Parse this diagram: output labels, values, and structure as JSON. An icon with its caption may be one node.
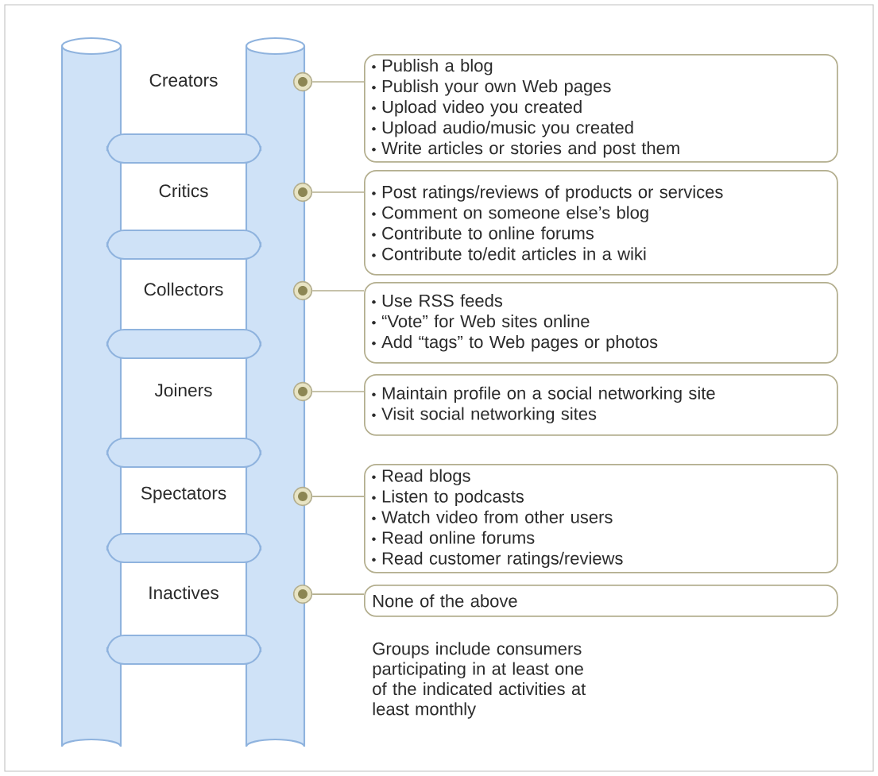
{
  "diagram": {
    "nodes": [
      {
        "text": [],
        "shape": "circle"
      },
      {
        "text": [
          "Publish a blog",
          "Publish your own Web pages",
          "Upload video you created",
          "Upload audio/music you created",
          "Write articles or stories and post them"
        ]
      },
      {
        "text": [],
        "shape": "circle"
      },
      {
        "text": [
          "Post ratings/reviews of products or services",
          "Comment on someone else’s blog",
          "Contribute to online forums",
          "Contribute to/edit articles in a wiki"
        ]
      },
      {
        "text": [],
        "shape": "circle"
      },
      {
        "text": [
          "Use RSS feeds",
          "“Vote” for Web sites online",
          "Add “tags” to Web pages or photos"
        ]
      },
      {
        "text": [],
        "shape": "circle"
      },
      {
        "text": [
          "Maintain profile on a social networking site",
          "Visit social networking sites"
        ]
      },
      {
        "text": [],
        "shape": "circle"
      },
      {
        "text": [
          "Read blogs",
          "Listen to podcasts",
          "Watch video from other users",
          "Read online forums",
          "Read customer ratings/reviews"
        ]
      },
      {
        "text": [],
        "shape": "circle"
      },
      {
        "text": [
          "None of the above"
        ]
      }
    ],
    "edges": [
      {
        "from": 0,
        "to": 1,
        "arrow": "none"
      },
      {
        "from": 2,
        "to": 3,
        "arrow": "none"
      },
      {
        "from": 4,
        "to": 5,
        "arrow": "none"
      },
      {
        "from": 6,
        "to": 7,
        "arrow": "none"
      },
      {
        "from": 8,
        "to": 9,
        "arrow": "none"
      },
      {
        "from": 10,
        "to": 11,
        "arrow": "none"
      }
    ],
    "labels": [
      "Creators",
      "Critics",
      "Collectors",
      "Joiners",
      "Spectators",
      "Inactives",
      "Groups include consumers participating in at least one of the indicated activities at least monthly"
    ]
  }
}
